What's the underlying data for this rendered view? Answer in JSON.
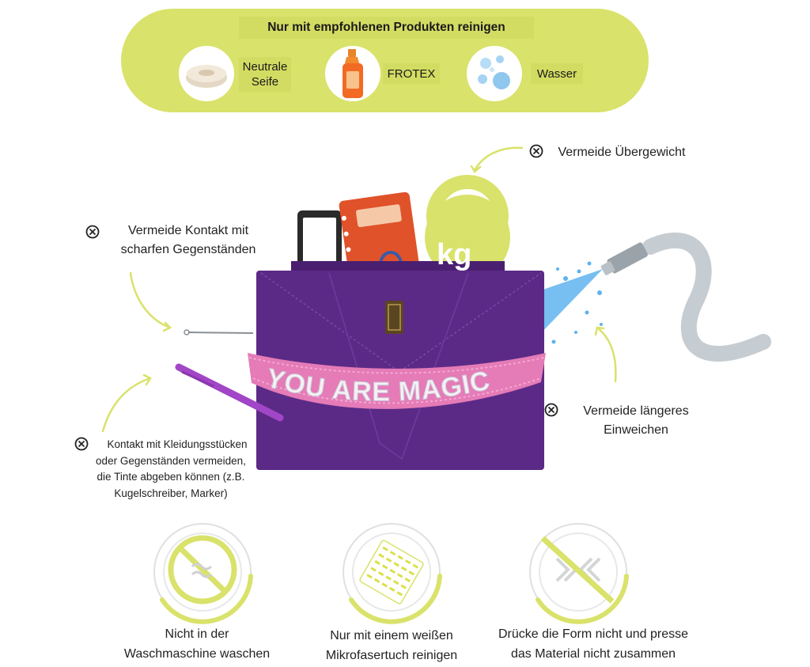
{
  "banner": {
    "title": "Nur mit empfohlenen Produkten reinigen",
    "products": [
      {
        "label_lines": [
          "Neutrale",
          "Seife"
        ],
        "icon": "soap-icon"
      },
      {
        "label_lines": [
          "FROTEX"
        ],
        "icon": "cleaner-bottle-icon"
      },
      {
        "label_lines": [
          "Wasser"
        ],
        "icon": "water-bubbles-icon"
      }
    ]
  },
  "warnings": {
    "overweight": "Vermeide Übergewicht",
    "sharp_line1": "Vermeide Kontakt mit",
    "sharp_line2": "scharfen Gegenständen",
    "soak_line1": "Vermeide längeres",
    "soak_line2": "Einweichen",
    "ink_line1": "Kontakt mit Kleidungsstücken",
    "ink_line2": "oder Gegenständen vermeiden,",
    "ink_line3": "die Tinte abgeben können (z.B.",
    "ink_line4": "Kugelschreiber, Marker)"
  },
  "bag": {
    "strap_text": "YOU ARE MAGIC",
    "weight_label": "kg",
    "colors": {
      "bag": "#5b2a86",
      "strap": "#e57bb7",
      "accent": "#d9e26a"
    }
  },
  "care": {
    "machine_line1": "Nicht in der",
    "machine_line2": "Waschmaschine waschen",
    "cloth_line1": "Nur mit einem weißen",
    "cloth_line2": "Mikrofasertuch reinigen",
    "press_line1": "Drücke die Form nicht und presse",
    "press_line2": "das Material nicht zusammen"
  }
}
